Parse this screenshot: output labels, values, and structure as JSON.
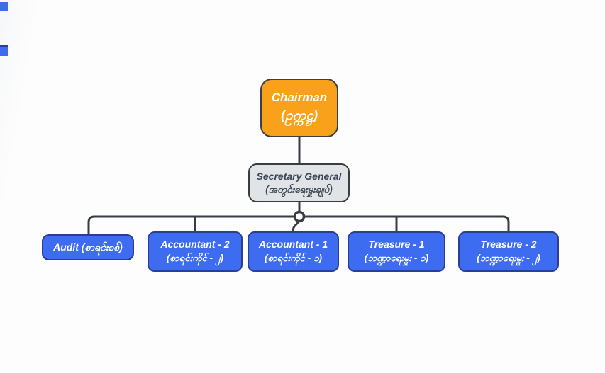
{
  "diagram": {
    "type": "org-chart",
    "palette": {
      "root_fill": "#F9A11B",
      "level2_fill": "#E0E4E7",
      "child_fill": "#3E6CF0",
      "child_border": "#2C3E92",
      "connector": "#383D44",
      "root_text": "#FFFFFF",
      "level2_text": "#3D4654",
      "child_text": "#FFFFFF"
    },
    "root": {
      "title": "Chairman",
      "subtitle": "(ဥက္ကဋ္ဌ)"
    },
    "level2": {
      "title": "Secretary General",
      "subtitle": "(အတွင်းရေးမှူးချုပ်)"
    },
    "children": [
      {
        "title": "Audit (စာရင်းစစ်)",
        "subtitle": ""
      },
      {
        "title": "Accountant - 2",
        "subtitle": "(စာရင်းကိုင် - ၂)"
      },
      {
        "title": "Accountant - 1",
        "subtitle": "(စာရင်းကိုင် - ၁)"
      },
      {
        "title": "Treasure - 1",
        "subtitle": "(ဘဏ္ဍာရေးမှူး - ၁)"
      },
      {
        "title": "Treasure - 2",
        "subtitle": "(ဘဏ္ဍာရေးမှူး - ၂)"
      }
    ],
    "junction": "circle-connector"
  }
}
